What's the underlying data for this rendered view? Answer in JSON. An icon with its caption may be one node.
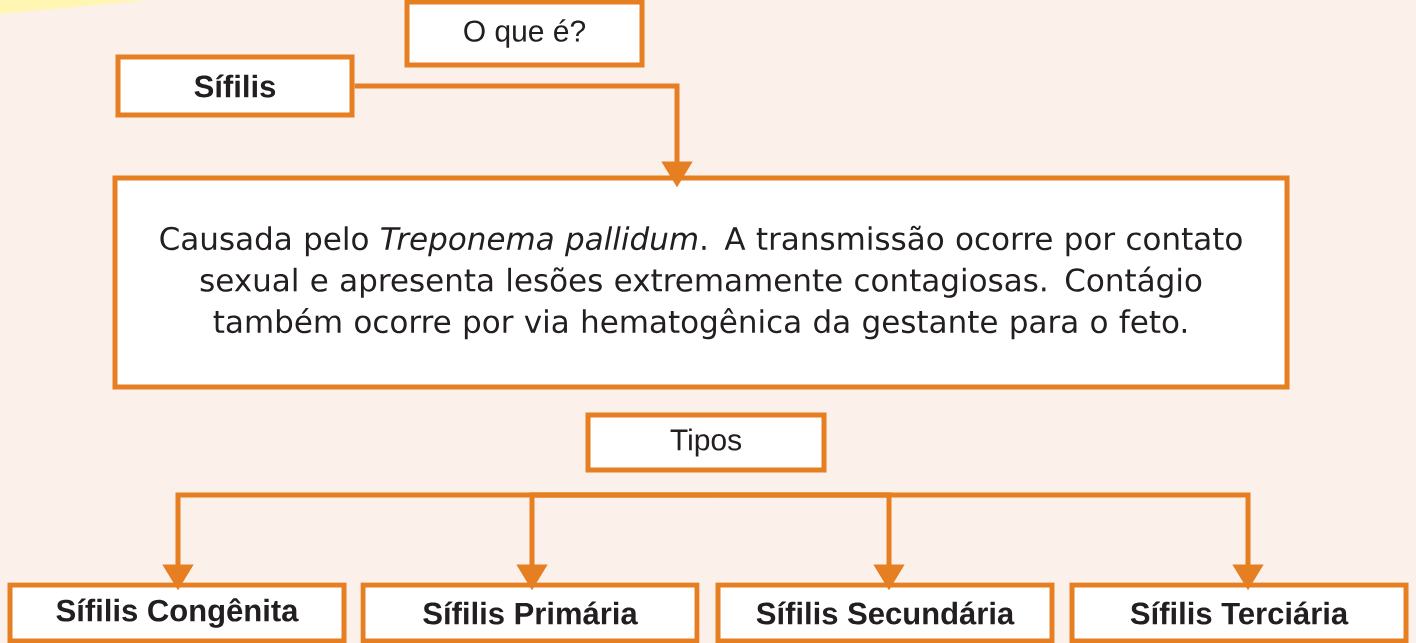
{
  "diagram": {
    "nodes": [
      {
        "text": [
          "O que é?"
        ]
      },
      {
        "text": [
          "Sífilis"
        ]
      },
      {
        "text": [
          "Causada pelo *Treponema pallidum*. A transmissão ocorre por contato sexual e apresenta lesões extremamente contagiosas. Contágio também ocorre por via hematogênica da gestante para o feto."
        ]
      },
      {
        "text": [
          "Tipos"
        ]
      },
      {
        "text": [
          "Sífilis Congênita"
        ]
      },
      {
        "text": [
          "Sífilis Primária"
        ]
      },
      {
        "text": [
          "Sífilis Secundária"
        ]
      },
      {
        "text": [
          "Sífilis Terciária"
        ]
      }
    ],
    "edges": [
      {
        "from": 1,
        "to": 2,
        "arrow": "to"
      },
      {
        "from": null,
        "to": 4,
        "arrow": "to"
      },
      {
        "from": null,
        "to": 5,
        "arrow": "to"
      },
      {
        "from": null,
        "to": 6,
        "arrow": "to"
      },
      {
        "from": null,
        "to": 7,
        "arrow": "to"
      }
    ]
  }
}
